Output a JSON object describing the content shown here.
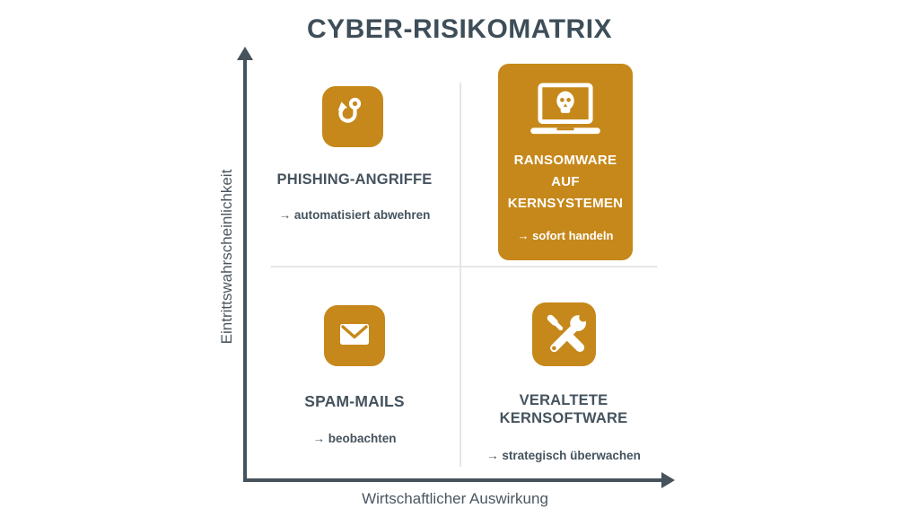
{
  "title": "CYBER-RISIKOMATRIX",
  "colors": {
    "accent_orange": "#C6881B",
    "text_dark": "#3E4E59",
    "axis": "#46525C",
    "divider": "#E6E6E6",
    "card_text": "#FFFFFF",
    "background": "#FFFFFF"
  },
  "axes": {
    "y_label": "Eintrittswahrscheinlichkeit",
    "x_label": "Wirtschaftlicher Auswirkung"
  },
  "quadrants": [
    {
      "id": "top-left",
      "icon": "fish-hook-icon",
      "title": "PHISHING-ANGRIFFE",
      "action": "→ automatisiert abwehren",
      "highlighted": false
    },
    {
      "id": "top-right",
      "icon": "skull-laptop-icon",
      "title": "RANSOMWARE AUF KERNSYSTEMEN",
      "title_lines": [
        "RANSOMWARE",
        "AUF",
        "KERNSYSTEMEN"
      ],
      "action": "→ sofort handeln",
      "highlighted": true
    },
    {
      "id": "bottom-left",
      "icon": "envelope-icon",
      "title": "SPAM-MAILS",
      "action": "→ beobachten",
      "highlighted": false
    },
    {
      "id": "bottom-right",
      "icon": "tools-icon",
      "title": "VERALTETE KERNSOFTWARE",
      "title_lines": [
        "VERALTETE",
        "KERNSOFTWARE"
      ],
      "action": "→ strategisch überwachen",
      "highlighted": false
    }
  ]
}
